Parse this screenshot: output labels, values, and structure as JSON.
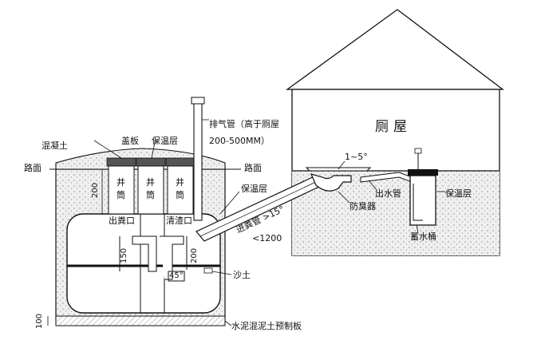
{
  "labels": {
    "house_title": "厕屋",
    "vent_pipe": "排气管（高于厕屋",
    "vent_height": "200-500MM）",
    "concrete": "混凝土",
    "road_left": "路面",
    "road_right": "路面",
    "cover_plate": "盖板",
    "insulation_top": "保温层",
    "dim_200_side": "200",
    "well_chars": [
      "井",
      "筒"
    ],
    "outlet_label": "出粪口",
    "cleanout_label": "清渣口",
    "dim_150": "150",
    "dim_200_inner": "200",
    "angle_45": "45°",
    "sand": "沙土",
    "dim_100": "100",
    "base_plate": "水泥混泥土预制板",
    "insulation_inlet": "保温层",
    "inlet_pipe": "进粪管 >15°",
    "inlet_length": "<1200",
    "slope_angle": "1~5°",
    "outlet_pipe": "出水管",
    "odor_trap": "防臭器",
    "insulation_house": "保温层",
    "water_bucket": "蓄水桶"
  },
  "colors": {
    "line": "#111111",
    "soil_fill": "#ececec",
    "cover_fill": "#555555",
    "ground_fill": "#f1f1f1"
  }
}
